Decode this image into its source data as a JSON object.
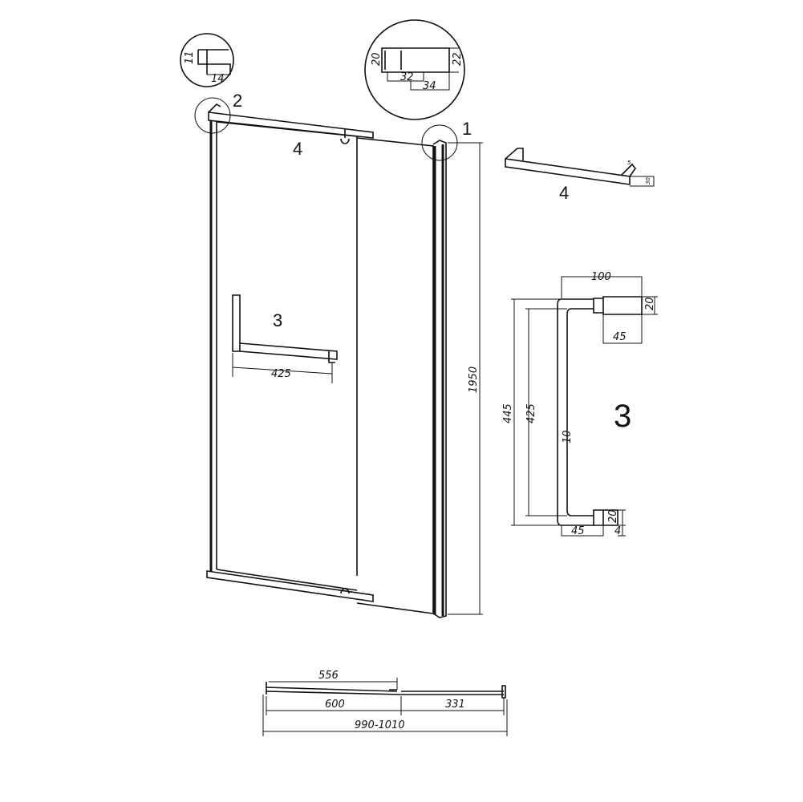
{
  "detail_2": {
    "label": "2",
    "dim_height": "11",
    "dim_width": "14"
  },
  "detail_1": {
    "label": "1",
    "dim_left": "20",
    "dim_right": "22",
    "dim_inner": "32",
    "dim_outer": "34"
  },
  "door": {
    "bar_label": "4",
    "handle_label": "3",
    "handle_length": "425",
    "height": "1950"
  },
  "bar_4": {
    "label": "4",
    "dim_small_a": "5",
    "dim_small_b": "30"
  },
  "handle_3": {
    "label": "3",
    "width": "100",
    "mount_height_top": "20",
    "mount_depth_top": "45",
    "outer_length": "445",
    "inner_length": "425",
    "tube": "10",
    "mount_height_bottom": "20",
    "mount_depth_bottom": "45",
    "gap": "4"
  },
  "plan": {
    "opening": "556",
    "door_width": "600",
    "fixed_width": "331",
    "total_width": "990-1010"
  }
}
